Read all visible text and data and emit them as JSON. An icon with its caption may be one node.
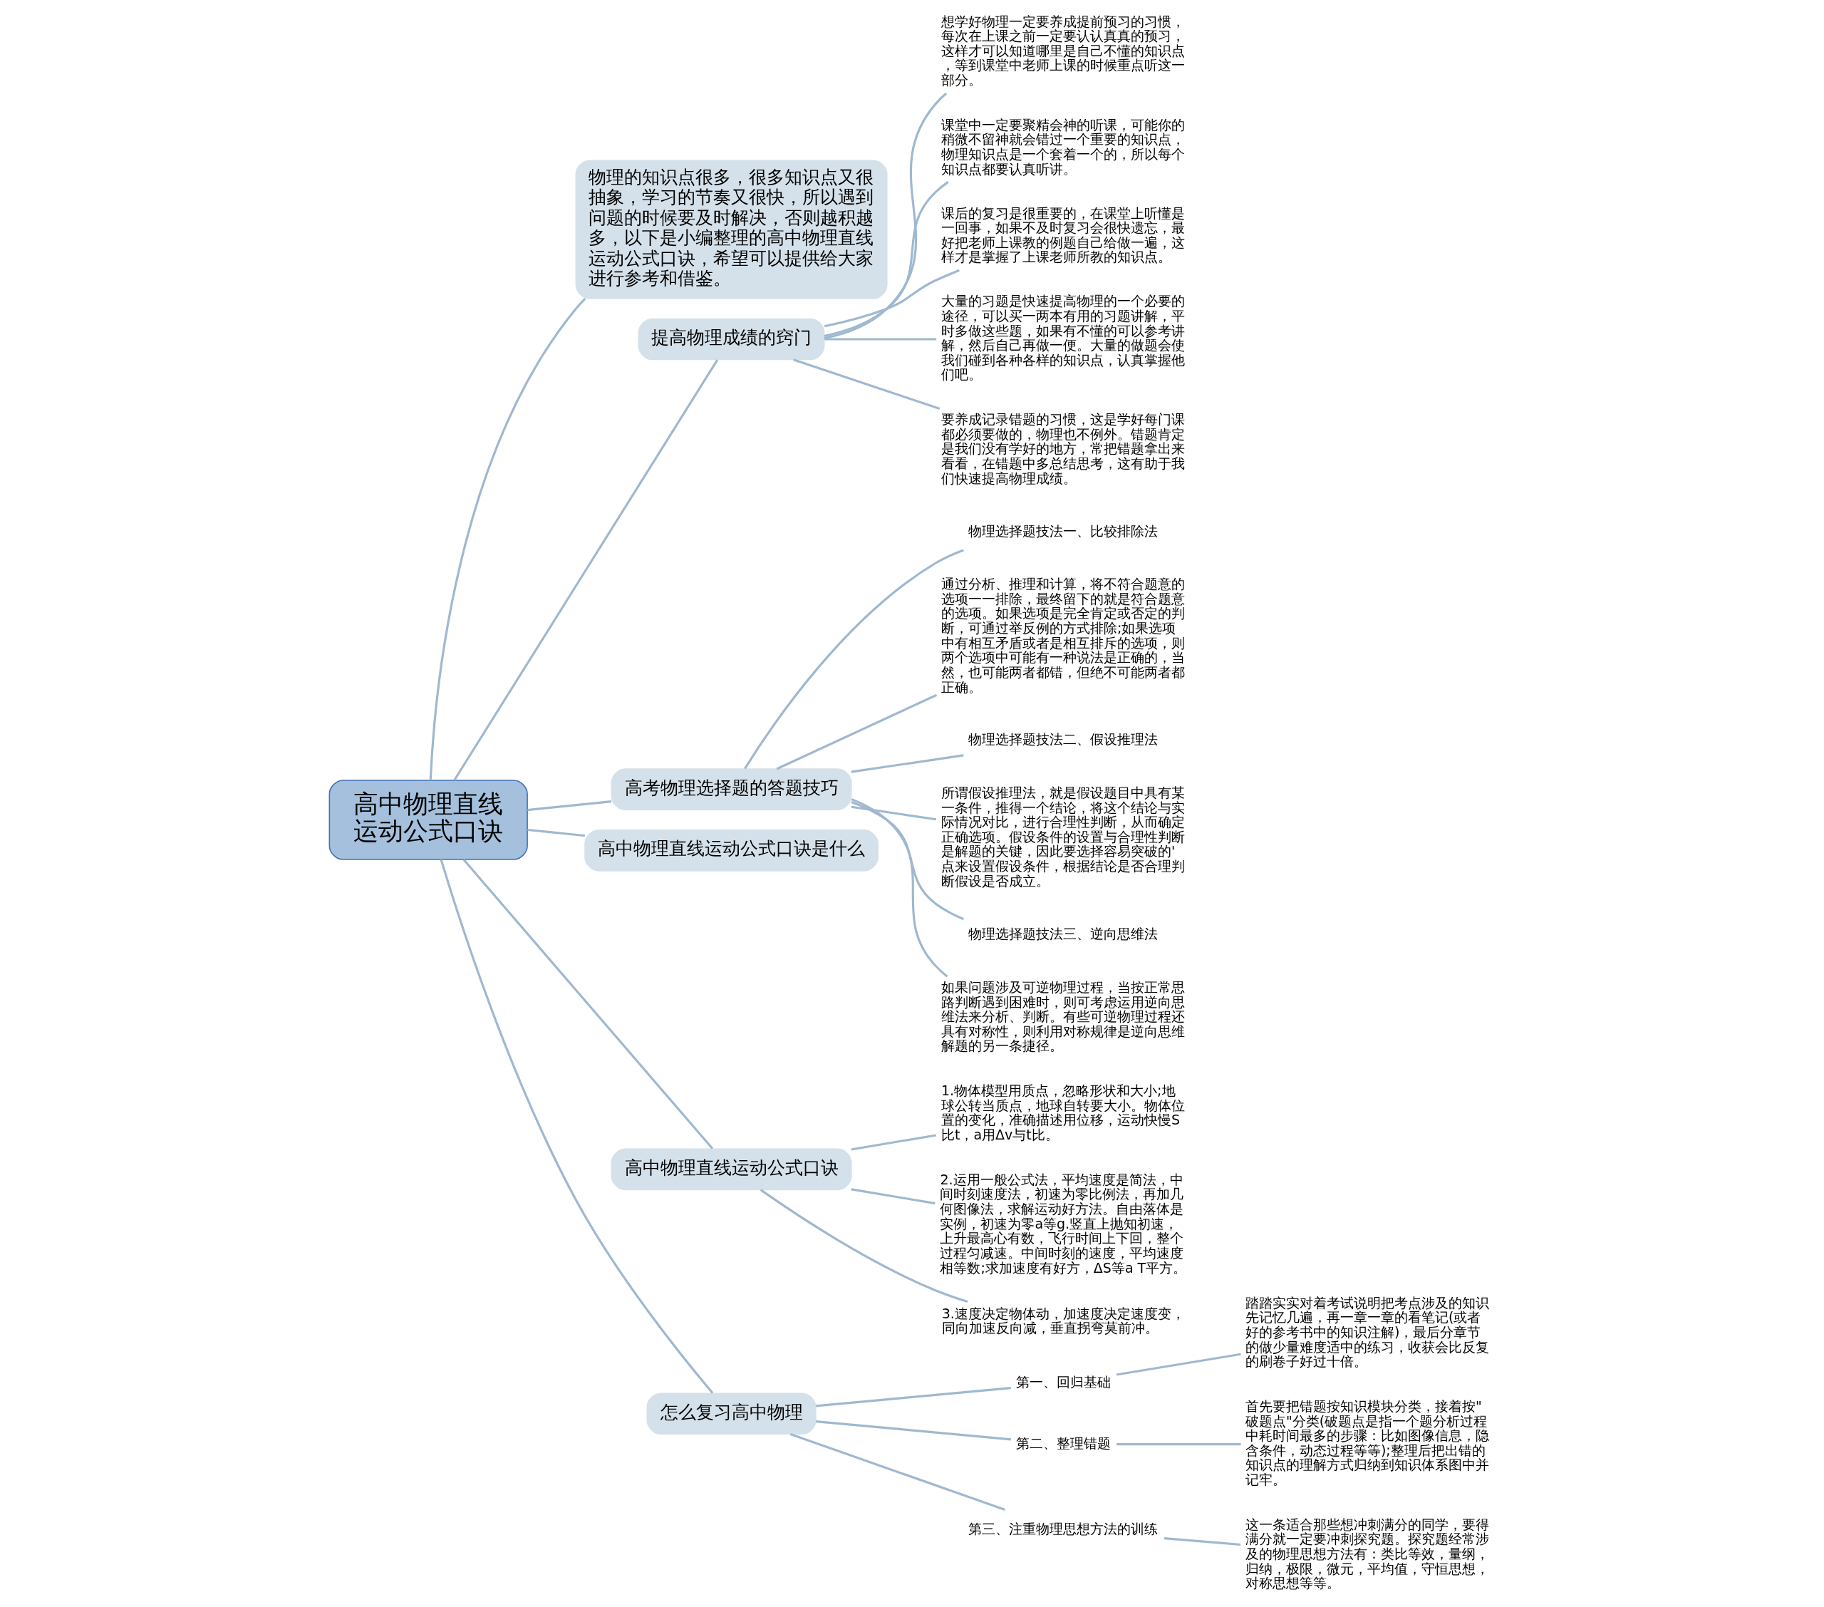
{
  "diagram": {
    "nodes": [
      {
        "text": [
          "高中物理直线运动公式口诀"
        ]
      },
      {
        "text": [
          "物理的知识点很多，很多知识点又很抽象，学习的节奏又很快，所以遇到问题的时候要及时解决，否则越积越多，以下是小编整理的高中物理直线运动公式口诀，希望可以提供给大家进行参考和借鉴。"
        ]
      },
      {
        "text": [
          "提高物理成绩的窍门"
        ]
      },
      {
        "text": [
          "想学好物理一定要养成提前预习的习惯，每次在上课之前一定要认认真真的预习，这样才可以知道哪里是自己不懂的知识点，等到课堂中老师上课的时候重点听这一部分。"
        ]
      },
      {
        "text": [
          "课堂中一定要聚精会神的听课，可能你的稍微不留神就会错过一个重要的知识点，物理知识点是一个套着一个的，所以每个知识点都要认真听讲。"
        ]
      },
      {
        "text": [
          "课后的复习是很重要的，在课堂上听懂是一回事，如果不及时复习会很快遗忘，最好把老师上课教的例题自己给做一遍，这样才是掌握了上课老师所教的知识点。"
        ]
      },
      {
        "text": [
          "大量的习题是快速提高物理的一个必要的途径，可以买一两本有用的习题讲解，平时多做这些题，如果有不懂的可以参考讲解，然后自己再做一便。大量的做题会使我们碰到各种各样的知识点，认真掌握他们吧。"
        ]
      },
      {
        "text": [
          "要养成记录错题的习惯，这是学好每门课都必须要做的，物理也不例外。错题肯定是我们没有学好的地方，常把错题拿出来看看，在错题中多总结思考，这有助于我们快速提高物理成绩。"
        ]
      },
      {
        "text": [
          "高考物理选择题的答题技巧"
        ]
      },
      {
        "text": [
          "物理选择题技法一、比较排除法"
        ]
      },
      {
        "text": [
          "通过分析、推理和计算，将不符合题意的选项一一排除，最终留下的就是符合题意的选项。如果选项是完全肯定或否定的判断，可通过举反例的方式排除;如果选项中有相互矛盾或者是相互排斥的选项，则两个选项中可能有一种说法是正确的，当然，也可能两者都错，但绝不可能两者都正确。"
        ]
      },
      {
        "text": [
          "物理选择题技法二、假设推理法"
        ]
      },
      {
        "text": [
          "所谓假设推理法，就是假设题目中具有某一条件，推得一个结论，将这个结论与实际情况对比，进行合理性判断，从而确定正确选项。假设条件的设置与合理性判断是解题的关键，因此要选择容易突破的'点来设置假设条件，根据结论是否合理判断假设是否成立。"
        ]
      },
      {
        "text": [
          "物理选择题技法三、逆向思维法"
        ]
      },
      {
        "text": [
          "如果问题涉及可逆物理过程，当按正常思路判断遇到困难时，则可考虑运用逆向思维法来分析、判断。有些可逆物理过程还具有对称性，则利用对称规律是逆向思维解题的另一条捷径。"
        ]
      },
      {
        "text": [
          "高中物理直线运动公式口诀是什么"
        ]
      },
      {
        "text": [
          "高中物理直线运动公式口诀"
        ]
      },
      {
        "text": [
          "1.物体模型用质点，忽略形状和大小;地球公转当质点，地球自转要大小。物体位置的变化，准确描述用位移，运动快慢S比t，a用Δv与t比。"
        ]
      },
      {
        "text": [
          "2.运用一般公式法，平均速度是简法，中间时刻速度法，初速为零比例法，再加几何图像法，求解运动好方法。自由落体是实例，初速为零a等g.竖直上抛知初速，上升最高心有数，飞行时间上下回，整个过程匀减速。中间时刻的速度，平均速度相等数;求加速度有好方，ΔS等a T平方。"
        ]
      },
      {
        "text": [
          "3.速度决定物体动，加速度决定速度变，同向加速反向减，垂直拐弯莫前冲。"
        ]
      },
      {
        "text": [
          "怎么复习高中物理"
        ]
      },
      {
        "text": [
          "第一、回归基础"
        ]
      },
      {
        "text": [
          "踏踏实实对着考试说明把考点涉及的知识先记忆几遍，再一章一章的看笔记(或者好的参考书中的知识注解)，最后分章节的做少量难度适中的练习，收获会比反复的刷卷子好过十倍。"
        ]
      },
      {
        "text": [
          "第二、整理错题"
        ]
      },
      {
        "text": [
          "首先要把错题按知识模块分类，接着按\"破题点\"分类(破题点是指一个题分析过程中耗时间最多的步骤：比如图像信息，隐含条件，动态过程等等);整理后把出错的知识点的理解方式归纳到知识体系图中并记牢。"
        ]
      },
      {
        "text": [
          "第三、注重物理思想方法的训练"
        ]
      },
      {
        "text": [
          "这一条适合那些想冲刺满分的同学，要得满分就一定要冲刺探究题。探究题经常涉及的物理思想方法有：类比等效，量纲，归纳，极限，微元，平均值，守恒思想，对称思想等等。"
        ]
      }
    ],
    "edges": [
      {
        "from": 0,
        "to": 1,
        "arrow": "none"
      },
      {
        "from": 0,
        "to": 2,
        "arrow": "none"
      },
      {
        "from": 2,
        "to": 3,
        "arrow": "none"
      },
      {
        "from": 2,
        "to": 4,
        "arrow": "none"
      },
      {
        "from": 2,
        "to": 5,
        "arrow": "none"
      },
      {
        "from": 2,
        "to": 6,
        "arrow": "none"
      },
      {
        "from": 2,
        "to": 7,
        "arrow": "none"
      },
      {
        "from": 0,
        "to": 8,
        "arrow": "none"
      },
      {
        "from": 8,
        "to": 9,
        "arrow": "none"
      },
      {
        "from": 8,
        "to": 10,
        "arrow": "none"
      },
      {
        "from": 8,
        "to": 11,
        "arrow": "none"
      },
      {
        "from": 8,
        "to": 12,
        "arrow": "none"
      },
      {
        "from": 8,
        "to": 13,
        "arrow": "none"
      },
      {
        "from": 8,
        "to": 14,
        "arrow": "none"
      },
      {
        "from": 0,
        "to": 15,
        "arrow": "none"
      },
      {
        "from": 0,
        "to": 16,
        "arrow": "none"
      },
      {
        "from": 16,
        "to": 17,
        "arrow": "none"
      },
      {
        "from": 16,
        "to": 18,
        "arrow": "none"
      },
      {
        "from": 16,
        "to": 19,
        "arrow": "none"
      },
      {
        "from": 0,
        "to": 20,
        "arrow": "none"
      },
      {
        "from": 20,
        "to": 21,
        "arrow": "none"
      },
      {
        "from": 21,
        "to": 22,
        "arrow": "none"
      },
      {
        "from": 20,
        "to": 23,
        "arrow": "none"
      },
      {
        "from": 23,
        "to": 24,
        "arrow": "none"
      },
      {
        "from": 20,
        "to": 25,
        "arrow": "none"
      },
      {
        "from": 25,
        "to": 26,
        "arrow": "none"
      }
    ]
  }
}
